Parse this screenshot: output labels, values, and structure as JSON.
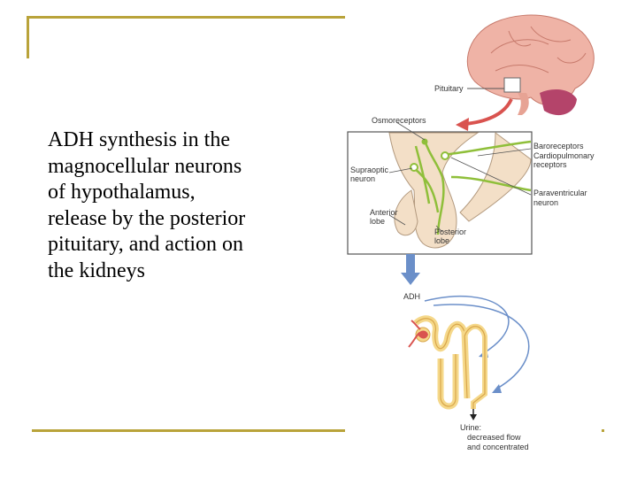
{
  "slide": {
    "text": "ADH synthesis in the\nmagnocellular neurons\nof  hypothalamus,\nrelease by the posterior\npituitary, and action on\nthe kidneys"
  },
  "figure": {
    "pituitary": "Pituitary",
    "osmoreceptors": "Osmoreceptors",
    "baroreceptors": "Baroreceptors",
    "cardiopulmonary_1": "Cardiopulmonary",
    "cardiopulmonary_2": "receptors",
    "supraoptic_1": "Supraoptic",
    "supraoptic_2": "neuron",
    "paraventricular_1": "Paraventricular",
    "paraventricular_2": "neuron",
    "anterior_1": "Anterior",
    "anterior_2": "lobe",
    "posterior_1": "Posterior",
    "posterior_2": "lobe",
    "adh": "ADH",
    "urine_1": "Urine:",
    "urine_2": "decreased flow",
    "urine_3": "and concentrated"
  },
  "colors": {
    "accent": "#b9a33a",
    "neuron_green": "#8fbf3a",
    "brain_pink": "#e7a394",
    "arrow_red": "#d9534f",
    "arrow_blue": "#6b8fc9",
    "tubule": "#f5d88a"
  }
}
